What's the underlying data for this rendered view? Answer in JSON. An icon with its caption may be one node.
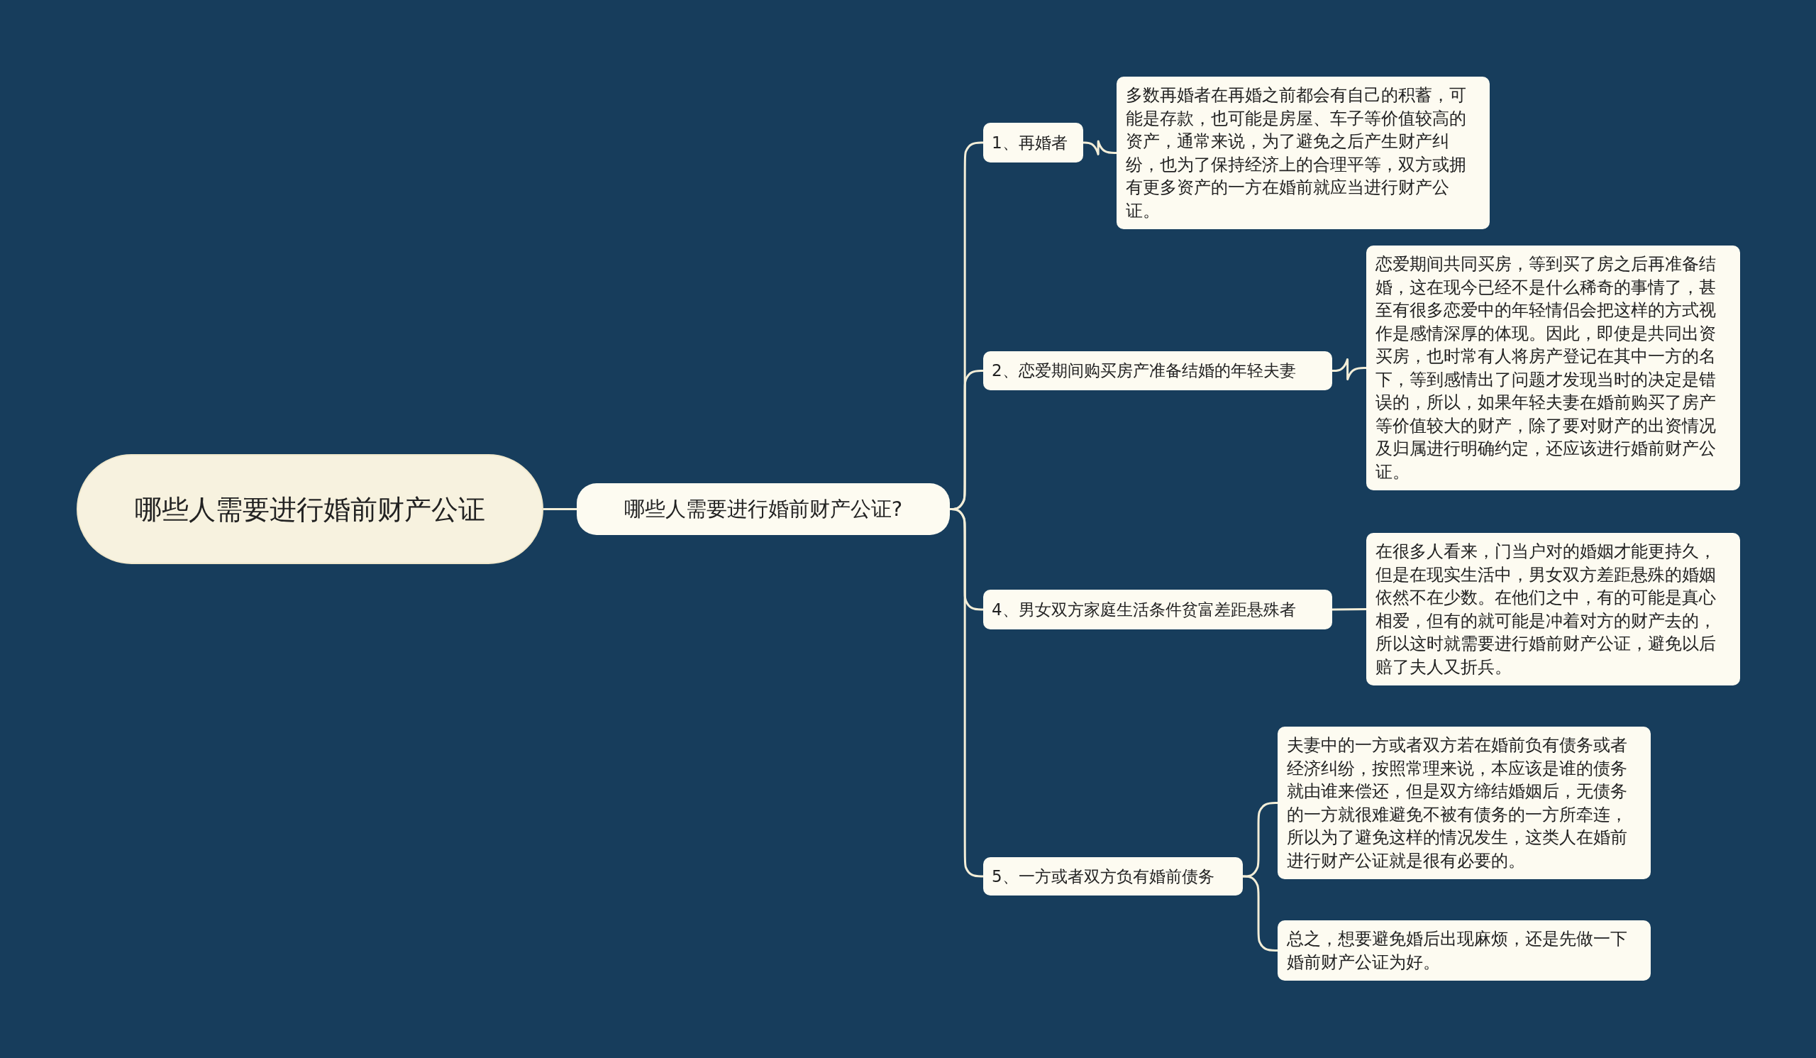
{
  "diagram": {
    "nodes": [
      {
        "text": [
          "哪些人需要进行婚前财产公证"
        ]
      },
      {
        "text": [
          "哪些人需要进行婚前财产公证?"
        ]
      },
      {
        "text": [
          "1、再婚者"
        ]
      },
      {
        "text": [
          "多数再婚者在再婚之前都会有自己的积蓄，可能是存款，也可能是房屋、车子等价值较高的资产，通常来说，为了避免之后产生财产纠纷，也为了保持经济上的合理平等，双方或拥有更多资产的一方在婚前就应当进行财产公证。"
        ]
      },
      {
        "text": [
          "2、恋爱期间购买房产准备结婚的年轻夫妻"
        ]
      },
      {
        "text": [
          "恋爱期间共同买房，等到买了房之后再准备结婚，这在现今已经不是什么稀奇的事情了，甚至有很多恋爱中的年轻情侣会把这样的方式视作是感情深厚的体现。因此，即使是共同出资买房，也时常有人将房产登记在其中一方的名下，等到感情出了问题才发现当时的决定是错误的，所以，如果年轻夫妻在婚前购买了房产等价值较大的财产，除了要对财产的出资情况及归属进行明确约定，还应该进行婚前财产公证。"
        ]
      },
      {
        "text": [
          "4、男女双方家庭生活条件贫富差距悬殊者"
        ]
      },
      {
        "text": [
          "在很多人看来，门当户对的婚姻才能更持久，但是在现实生活中，男女双方差距悬殊的婚姻依然不在少数。在他们之中，有的可能是真心相爱，但有的就可能是冲着对方的财产去的，所以这时就需要进行婚前财产公证，避免以后赔了夫人又折兵。"
        ]
      },
      {
        "text": [
          "5、一方或者双方负有婚前债务"
        ]
      },
      {
        "text": [
          "夫妻中的一方或者双方若在婚前负有债务或者经济纠纷，按照常理来说，本应该是谁的债务就由谁来偿还，但是双方缔结婚姻后，无债务的一方就很难避免不被有债务的一方所牵连，所以为了避免这样的情况发生，这类人在婚前进行财产公证就是很有必要的。"
        ]
      },
      {
        "text": [
          "总之，想要避免婚后出现麻烦，还是先做一下婚前财产公证为好。"
        ]
      }
    ],
    "edges": [
      {
        "from": 0,
        "to": 1,
        "arrow": "none"
      },
      {
        "from": 1,
        "to": 2,
        "arrow": "none"
      },
      {
        "from": 1,
        "to": 4,
        "arrow": "none"
      },
      {
        "from": 1,
        "to": 6,
        "arrow": "none"
      },
      {
        "from": 1,
        "to": 8,
        "arrow": "none"
      },
      {
        "from": 2,
        "to": 3,
        "arrow": "none"
      },
      {
        "from": 4,
        "to": 5,
        "arrow": "none"
      },
      {
        "from": 6,
        "to": 7,
        "arrow": "none"
      },
      {
        "from": 8,
        "to": 9,
        "arrow": "none"
      },
      {
        "from": 8,
        "to": 10,
        "arrow": "none"
      }
    ]
  }
}
